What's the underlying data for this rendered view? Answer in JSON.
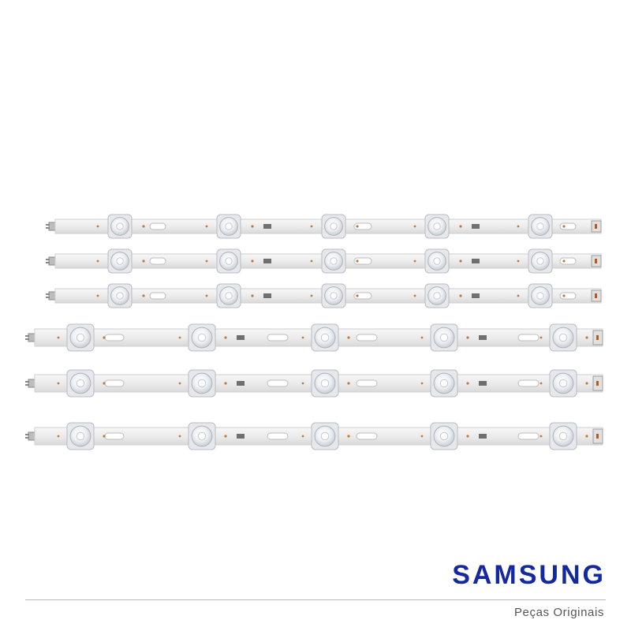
{
  "brand": {
    "name": "SAMSUNG",
    "tagline": "Peças Originais",
    "color": "#1428a0"
  },
  "product": {
    "strip_count": 6,
    "groups": [
      {
        "kind": "short",
        "count": 3,
        "leds_per_strip": 5
      },
      {
        "kind": "long",
        "count": 3,
        "leds_per_strip": 5
      }
    ],
    "strip_color": "#eeeeee",
    "led_lens_color": "#f4f6f8"
  }
}
